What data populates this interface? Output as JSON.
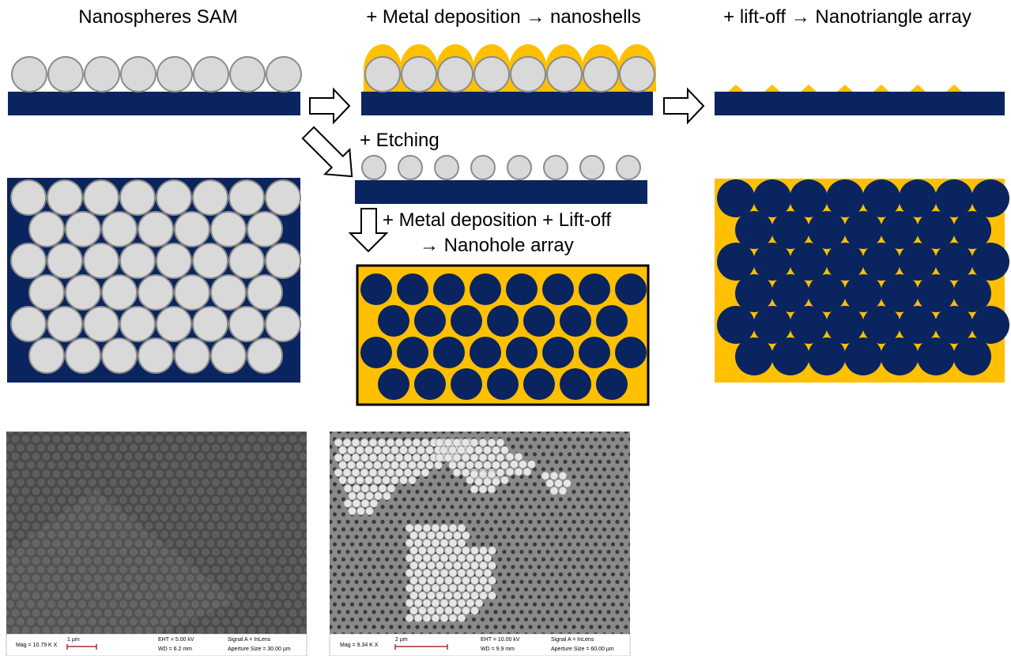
{
  "labels": {
    "sam": "Nanospheres SAM",
    "nanoshells": "+ Metal deposition → nanoshells",
    "nanotriangle": "+ lift-off → Nanotriangle array",
    "etching": "+ Etching",
    "nanohole_line1": "+ Metal deposition + Lift-off",
    "nanohole_line2": "→ Nanohole array"
  },
  "sem_left": {
    "mag": "Mag =  10.79 K X",
    "scale": "1 µm",
    "eht": "EHT =  5.00 kV",
    "wd": "WD =  6.2 mm",
    "signal": "Signal A = InLens",
    "aperture": "Aperture Size = 30.00 µm"
  },
  "sem_right": {
    "mag": "Mag =  9.34 K X",
    "scale": "2 µm",
    "eht": "EHT = 10.00 kV",
    "wd": "WD =  9.9 mm",
    "signal": "Signal A = InLens",
    "aperture": "Aperture Size = 60.00 µm"
  },
  "colors": {
    "substrate": "#0a2460",
    "gold": "#ffc000",
    "sphere": "#d9d9d9",
    "sphere_outline": "#8c8c8c",
    "sem_background": "#4a4a4a"
  },
  "icons": [
    "arrow-right-icon",
    "arrow-diagonal-icon",
    "arrow-down-icon"
  ]
}
